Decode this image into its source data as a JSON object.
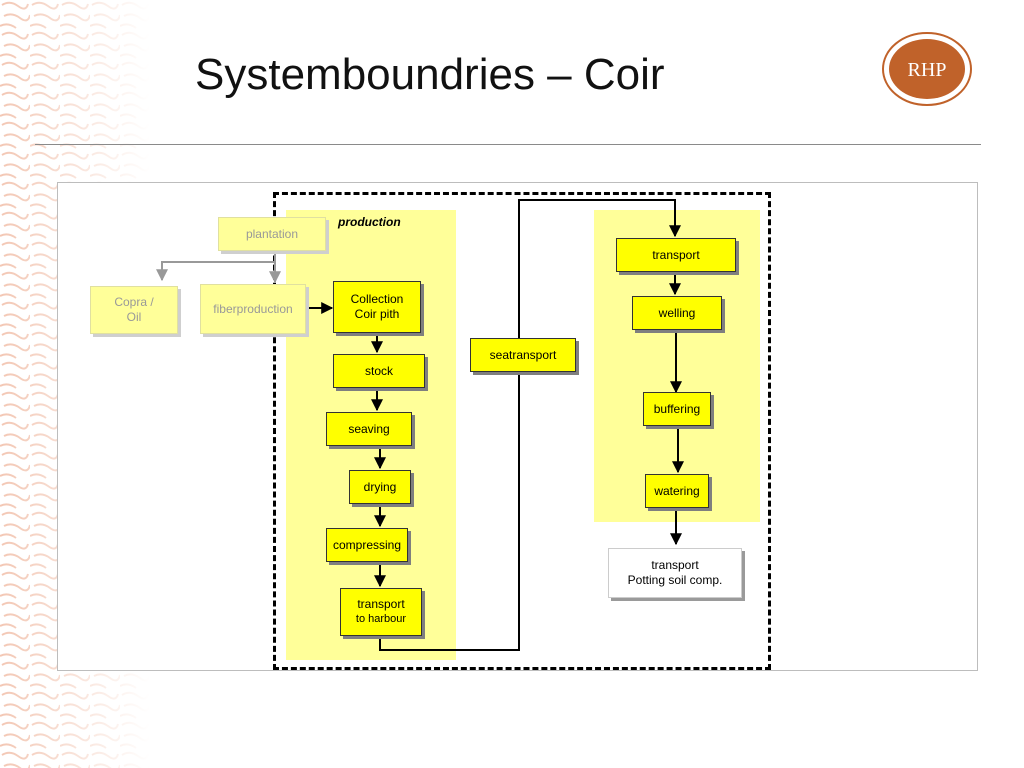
{
  "title": "Systemboundries – Coir",
  "logo": {
    "text": "RHP"
  },
  "diagram": {
    "production_label": "production",
    "plantation": "plantation",
    "copra_oil": [
      "Copra /",
      "Oil"
    ],
    "fiberproduction": "fiberproduction",
    "collection": [
      "Collection",
      "Coir pith"
    ],
    "stock": "stock",
    "seaving": "seaving",
    "drying": "drying",
    "compressing": "compressing",
    "transport_harbour": [
      "transport",
      "to harbour"
    ],
    "seatransport": "seatransport",
    "transport": "transport",
    "welling": "welling",
    "buffering": "buffering",
    "watering": "watering",
    "transport_potting": [
      "transport",
      "Potting soil comp."
    ]
  },
  "colors": {
    "box": "#ffff00",
    "panel": "#ffff99",
    "logo": "#c0622a"
  }
}
